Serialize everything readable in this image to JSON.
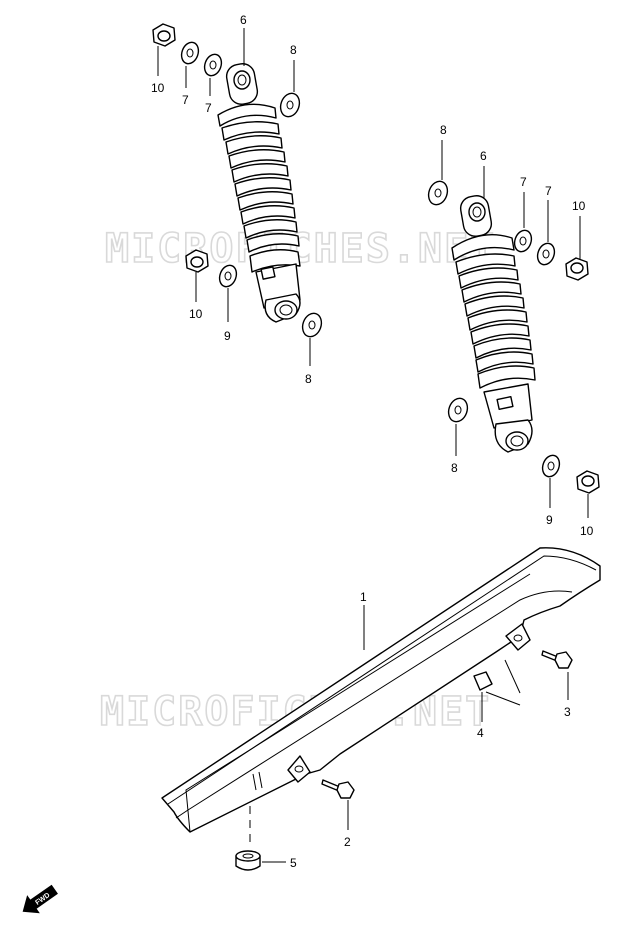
{
  "watermark": {
    "text": "MICROFICHES.NET"
  },
  "callouts": {
    "c1": "1",
    "c2": "2",
    "c3": "3",
    "c4": "4",
    "c5": "5",
    "c6a": "6",
    "c6b": "6",
    "c7a": "7",
    "c7b": "7",
    "c7c": "7",
    "c7d": "7",
    "c8a": "8",
    "c8b": "8",
    "c8c": "8",
    "c8d": "8",
    "c9a": "9",
    "c9b": "9",
    "c10a": "10",
    "c10b": "10",
    "c10c": "10",
    "c10d": "10"
  },
  "fwd": {
    "label": "FWD"
  }
}
